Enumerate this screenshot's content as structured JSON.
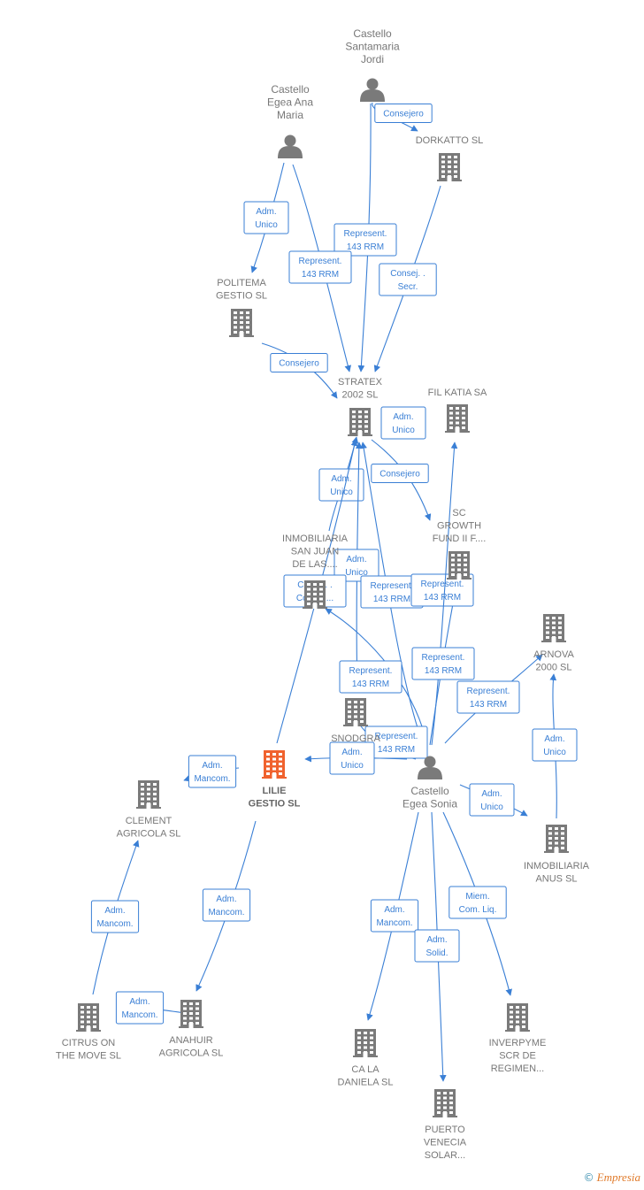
{
  "colors": {
    "edge": "#3a7fd5",
    "node": "#7a7a7a",
    "focus": "#f0622e",
    "label": "#777777"
  },
  "nodes": [
    {
      "id": "castello_jordi",
      "type": "person",
      "label": [
        "Castello",
        "Santamaria",
        "Jordi"
      ]
    },
    {
      "id": "castello_ana",
      "type": "person",
      "label": [
        "Castello",
        "Egea Ana",
        "Maria"
      ]
    },
    {
      "id": "dorkatto",
      "type": "company",
      "label": [
        "DORKATTO SL"
      ]
    },
    {
      "id": "politema",
      "type": "company",
      "label": [
        "POLITEMA",
        "GESTIO  SL"
      ]
    },
    {
      "id": "stratex",
      "type": "company",
      "label": [
        "STRATEX",
        "2002 SL"
      ]
    },
    {
      "id": "filkatia",
      "type": "company",
      "label": [
        "FIL KATIA SA"
      ]
    },
    {
      "id": "scgrowth",
      "type": "company",
      "label": [
        "SC",
        "GROWTH",
        "FUND II F...."
      ]
    },
    {
      "id": "inmosanjuan",
      "type": "company",
      "label": [
        "INMOBILIARIA",
        "SAN JUAN",
        "DE LAS...."
      ]
    },
    {
      "id": "arnova",
      "type": "company",
      "label": [
        "ARNOVA",
        "2000 SL"
      ]
    },
    {
      "id": "snodgra",
      "type": "company",
      "label": [
        "SNODGRA"
      ]
    },
    {
      "id": "lilie",
      "type": "focus",
      "label": [
        "LILIE",
        "GESTIO  SL"
      ]
    },
    {
      "id": "castello_sonia",
      "type": "person",
      "label": [
        "Castello",
        "Egea Sonia"
      ]
    },
    {
      "id": "clement",
      "type": "company",
      "label": [
        "CLEMENT",
        "AGRICOLA  SL"
      ]
    },
    {
      "id": "inmoanus",
      "type": "company",
      "label": [
        "INMOBILIARIA",
        "ANUS SL"
      ]
    },
    {
      "id": "citrus",
      "type": "company",
      "label": [
        "CITRUS ON",
        "THE MOVE  SL"
      ]
    },
    {
      "id": "anahuir",
      "type": "company",
      "label": [
        "ANAHUIR",
        "AGRICOLA  SL"
      ]
    },
    {
      "id": "calaDaniela",
      "type": "company",
      "label": [
        "CA LA",
        "DANIELA  SL"
      ]
    },
    {
      "id": "inverpyme",
      "type": "company",
      "label": [
        "INVERPYME",
        "SCR DE",
        "REGIMEN..."
      ]
    },
    {
      "id": "puerto",
      "type": "company",
      "label": [
        "PUERTO",
        "VENECIA",
        "SOLAR..."
      ]
    }
  ],
  "edges": [
    {
      "label": [
        "Consejero"
      ]
    },
    {
      "label": [
        "Represent.",
        "143 RRM"
      ]
    },
    {
      "label": [
        "Adm.",
        "Unico"
      ]
    },
    {
      "label": [
        "Represent.",
        "143 RRM"
      ]
    },
    {
      "label": [
        "Consej. .",
        "Secr."
      ]
    },
    {
      "label": [
        "Consejero"
      ]
    },
    {
      "label": [
        "Adm.",
        "Unico"
      ]
    },
    {
      "label": [
        "Consejero"
      ]
    },
    {
      "label": [
        "Adm.",
        "Unico"
      ]
    },
    {
      "label": [
        "Adm.",
        "Unico"
      ]
    },
    {
      "label": [
        "Consej. .",
        "Consej...."
      ]
    },
    {
      "label": [
        "Represent.",
        "143 RRM"
      ]
    },
    {
      "label": [
        "Represent.",
        "143 RRM"
      ]
    },
    {
      "label": [
        "Represent.",
        "143 RRM"
      ]
    },
    {
      "label": [
        "Represent.",
        "143 RRM"
      ]
    },
    {
      "label": [
        "Represent.",
        "143 RRM"
      ]
    },
    {
      "label": [
        "Represent.",
        "143 RRM"
      ]
    },
    {
      "label": [
        "Adm.",
        "Unico"
      ]
    },
    {
      "label": [
        "Adm.",
        "Mancom."
      ]
    },
    {
      "label": [
        "Adm.",
        "Unico"
      ]
    },
    {
      "label": [
        "Adm.",
        "Unico"
      ]
    },
    {
      "label": [
        "Adm.",
        "Mancom."
      ]
    },
    {
      "label": [
        "Adm.",
        "Mancom."
      ]
    },
    {
      "label": [
        "Adm.",
        "Mancom."
      ]
    },
    {
      "label": [
        "Adm.",
        "Mancom."
      ]
    },
    {
      "label": [
        "Adm.",
        "Solid."
      ]
    },
    {
      "label": [
        "Miem.",
        "Com. Liq."
      ]
    }
  ],
  "brand": {
    "symbol": "©",
    "name": "Empresia"
  }
}
